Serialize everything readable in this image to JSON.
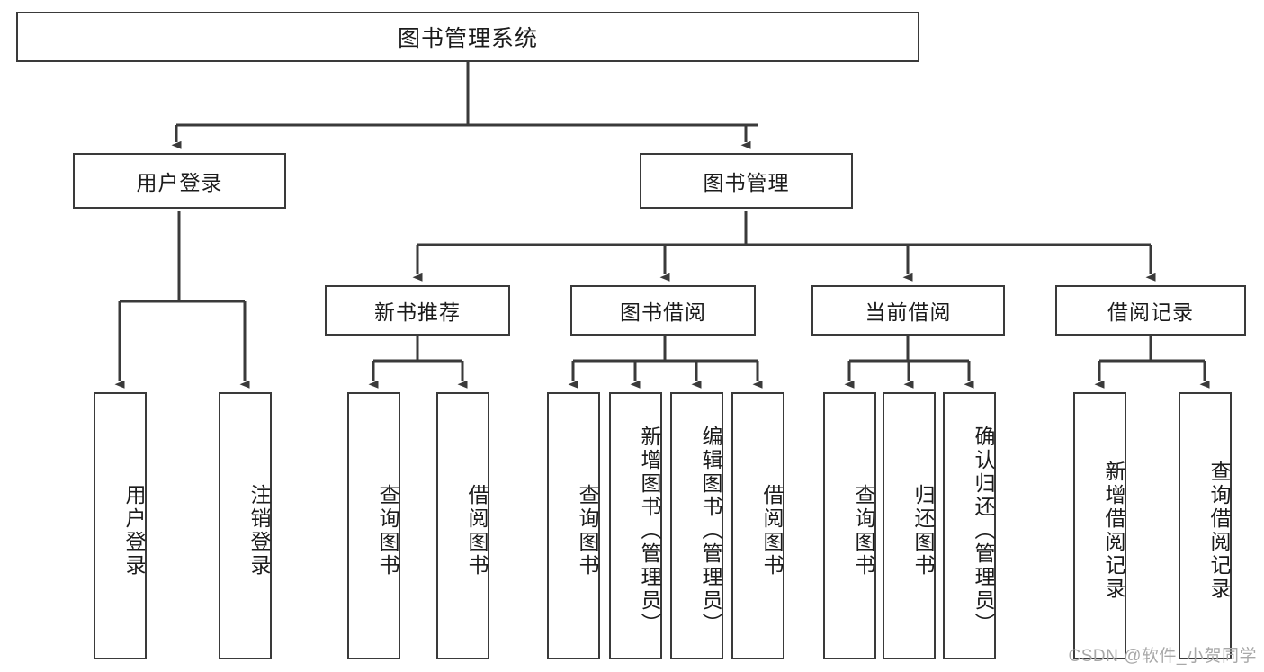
{
  "diagram": {
    "title": "图书管理系统",
    "type": "tree",
    "watermark": "CSDN @软件_小贺同学",
    "colors": {
      "box_border": "#3a3a3a",
      "box_fill": "#ffffff",
      "edge": "#3a3a3a",
      "text": "#1b1b1b",
      "watermark": "#a8a8a8"
    },
    "levels": {
      "root": {
        "label": "图书管理系统"
      },
      "level2": [
        {
          "id": "user-login",
          "label": "用户登录"
        },
        {
          "id": "book-manage",
          "label": "图书管理"
        }
      ],
      "level3": [
        {
          "id": "new-book-recommend",
          "label": "新书推荐",
          "parent": "book-manage"
        },
        {
          "id": "book-borrow",
          "label": "图书借阅",
          "parent": "book-manage"
        },
        {
          "id": "current-borrow",
          "label": "当前借阅",
          "parent": "book-manage"
        },
        {
          "id": "borrow-record",
          "label": "借阅记录",
          "parent": "book-manage"
        }
      ],
      "leaves": [
        {
          "id": "leaf-user-login",
          "label": "用户登录",
          "parent": "user-login"
        },
        {
          "id": "leaf-logout-login",
          "label": "注销登录",
          "parent": "user-login"
        },
        {
          "id": "leaf-query-book-rec",
          "label": "查询图书",
          "parent": "new-book-recommend"
        },
        {
          "id": "leaf-borrow-book-rec",
          "label": "借阅图书",
          "parent": "new-book-recommend"
        },
        {
          "id": "leaf-query-book-borrow",
          "label": "查询图书",
          "parent": "book-borrow"
        },
        {
          "id": "leaf-add-book-admin",
          "label": "新增图书（管理员）",
          "parent": "book-borrow"
        },
        {
          "id": "leaf-edit-book-admin",
          "label": "编辑图书（管理员）",
          "parent": "book-borrow"
        },
        {
          "id": "leaf-borrow-book",
          "label": "借阅图书",
          "parent": "book-borrow"
        },
        {
          "id": "leaf-query-book-current",
          "label": "查询图书",
          "parent": "current-borrow"
        },
        {
          "id": "leaf-return-book",
          "label": "归还图书",
          "parent": "current-borrow"
        },
        {
          "id": "leaf-confirm-return-admin",
          "label": "确认归还（管理员）",
          "parent": "current-borrow"
        },
        {
          "id": "leaf-add-borrow-record",
          "label": "新增借阅记录",
          "parent": "borrow-record"
        },
        {
          "id": "leaf-query-borrow-record",
          "label": "查询借阅记录",
          "parent": "borrow-record"
        }
      ]
    }
  }
}
